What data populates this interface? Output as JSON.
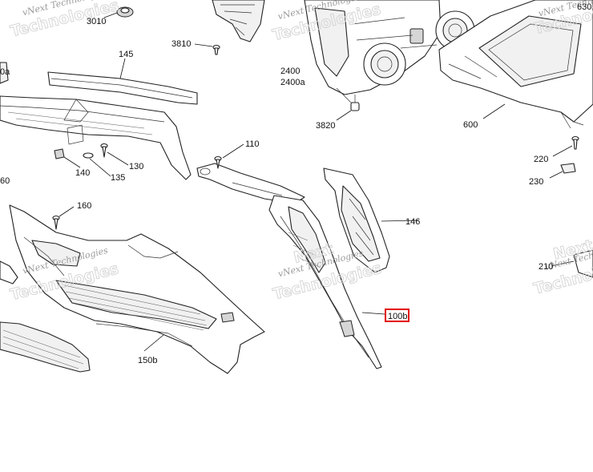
{
  "callouts": {
    "p3010": "3010",
    "p3810": "3810",
    "p145": "145",
    "p2400": "2400",
    "p2400a": "2400a",
    "p3820": "3820",
    "p600": "600",
    "p220": "220",
    "p230": "230",
    "p110": "110",
    "p140": "140",
    "p135": "135",
    "p130": "130",
    "p160": "160",
    "p146": "146",
    "p100b": "100b",
    "p150b": "150b",
    "p210": "210",
    "p630": "630",
    "p150a": "0a",
    "p60": "60"
  },
  "watermark": {
    "brand_small": "vNext Technologies",
    "brand_big": "Technologies",
    "brand_next": "Next"
  },
  "colors": {
    "highlight": "#e10000",
    "watermark": "#d3d3d3"
  }
}
